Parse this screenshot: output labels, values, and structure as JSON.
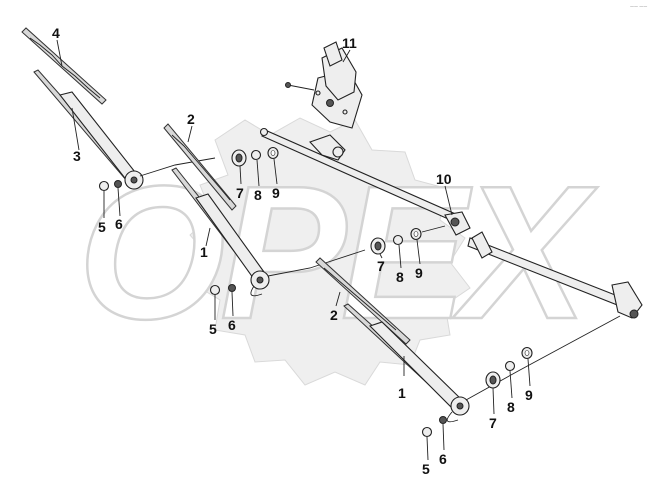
{
  "watermark": {
    "text": "OPEX",
    "color": "#ececec"
  },
  "corner_mark": "—— ——",
  "callouts": [
    {
      "id": "c4a",
      "label": "4"
    },
    {
      "id": "c3a",
      "label": "3"
    },
    {
      "id": "c11",
      "label": "11"
    },
    {
      "id": "c2a",
      "label": "2"
    },
    {
      "id": "c7a",
      "label": "7"
    },
    {
      "id": "c8a",
      "label": "8"
    },
    {
      "id": "c9a",
      "label": "9"
    },
    {
      "id": "c10",
      "label": "10"
    },
    {
      "id": "c5a",
      "label": "5"
    },
    {
      "id": "c6a",
      "label": "6"
    },
    {
      "id": "c1a",
      "label": "1"
    },
    {
      "id": "c7b",
      "label": "7"
    },
    {
      "id": "c8b",
      "label": "8"
    },
    {
      "id": "c9b",
      "label": "9"
    },
    {
      "id": "c5b",
      "label": "5"
    },
    {
      "id": "c6b",
      "label": "6"
    },
    {
      "id": "c2b",
      "label": "2"
    },
    {
      "id": "c1b",
      "label": "1"
    },
    {
      "id": "c7c",
      "label": "7"
    },
    {
      "id": "c8c",
      "label": "8"
    },
    {
      "id": "c9c",
      "label": "9"
    },
    {
      "id": "c5c",
      "label": "5"
    },
    {
      "id": "c6c",
      "label": "6"
    }
  ]
}
